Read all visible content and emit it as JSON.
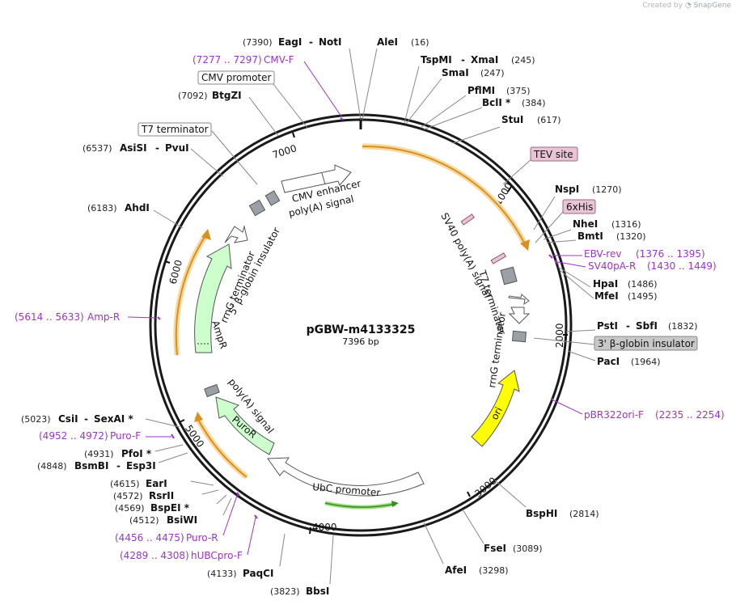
{
  "credit": {
    "prefix": "Created by",
    "brand": "SnapGene"
  },
  "plasmid": {
    "name": "pGBW-m4133325",
    "size": "7396 bp"
  },
  "ticks": [
    "1000",
    "2000",
    "3000",
    "4000",
    "5000",
    "6000",
    "7000"
  ],
  "sites": {
    "eagi_noti": {
      "pos": "(7390)",
      "a": "EagI",
      "b": "NotI"
    },
    "alei": {
      "name": "AleI",
      "pos": "(16)"
    },
    "tspmi_xmai": {
      "a": "TspMI",
      "b": "XmaI",
      "pos": "(245)"
    },
    "smai": {
      "name": "SmaI",
      "pos": "(247)"
    },
    "pflmi": {
      "name": "PflMI",
      "pos": "(375)"
    },
    "bcli": {
      "name": "BclI *",
      "pos": "(384)"
    },
    "stui": {
      "name": "StuI",
      "pos": "(617)"
    },
    "nspi": {
      "name": "NspI",
      "pos": "(1270)"
    },
    "nhei": {
      "name": "NheI",
      "pos": "(1316)"
    },
    "bmti": {
      "name": "BmtI",
      "pos": "(1320)"
    },
    "hpai": {
      "name": "HpaI",
      "pos": "(1486)"
    },
    "mfei": {
      "name": "MfeI",
      "pos": "(1495)"
    },
    "psti_sbfi": {
      "a": "PstI",
      "b": "SbfI",
      "pos": "(1832)"
    },
    "paci": {
      "name": "PacI",
      "pos": "(1964)"
    },
    "bsphi": {
      "name": "BspHI",
      "pos": "(2814)"
    },
    "fsei": {
      "name": "FseI",
      "pos": "(3089)"
    },
    "afei": {
      "name": "AfeI",
      "pos": "(3298)"
    },
    "bbsi": {
      "name": "BbsI",
      "pos": "(3823)"
    },
    "paqci": {
      "name": "PaqCI",
      "pos": "(4133)"
    },
    "bsiwi": {
      "name": "BsiWI",
      "pos": "(4512)"
    },
    "bspei": {
      "name": "BspEI *",
      "pos": "(4569)"
    },
    "rsrii": {
      "name": "RsrII",
      "pos": "(4572)"
    },
    "eari": {
      "name": "EarI",
      "pos": "(4615)"
    },
    "bsmbi_esp3i": {
      "pos": "(4848)",
      "a": "BsmBI",
      "b": "Esp3I"
    },
    "pfoi": {
      "pos": "(4931)",
      "name": "PfoI *"
    },
    "csii_sexai": {
      "pos": "(5023)",
      "a": "CsiI",
      "b": "SexAI *"
    },
    "ahdi": {
      "pos": "(6183)",
      "name": "AhdI"
    },
    "asisi_pvui": {
      "pos": "(6537)",
      "a": "AsiSI",
      "b": "PvuI"
    },
    "btgzi": {
      "pos": "(7092)",
      "name": "BtgZI"
    }
  },
  "primers": {
    "cmv_f": {
      "range": "(7277 .. 7297)",
      "name": "CMV-F"
    },
    "ebv_rev": {
      "name": "EBV-rev",
      "range": "(1376 .. 1395)"
    },
    "sv40pa_r": {
      "name": "SV40pA-R",
      "range": "(1430 .. 1449)"
    },
    "pbr322ori_f": {
      "name": "pBR322ori-F",
      "range": "(2235 .. 2254)"
    },
    "puro_f": {
      "range": "(4952 .. 4972)",
      "name": "Puro-F"
    },
    "puro_r": {
      "range": "(4456 .. 4475)",
      "name": "Puro-R"
    },
    "hubcpro_f": {
      "range": "(4289 .. 4308)",
      "name": "hUBCpro-F"
    },
    "amp_r": {
      "range": "(5614 .. 5633)",
      "name": "Amp-R"
    }
  },
  "boxed_features": {
    "cmv_promoter": "CMV promoter",
    "t7_term_outer": "T7 terminator",
    "tev_site": "TEV site",
    "his6": "6xHis",
    "bglobin_3": "3' β-globin insulator"
  },
  "inner_labels": {
    "cmv_enhancer": "CMV enhancer",
    "polya_top": "poly(A) signal",
    "rrng_left": "rrnG terminator",
    "bglobin_5": "5' β-globin insulator",
    "ampr": "AmpR",
    "sv40": "SV40 poly(A) signal",
    "t7_right": "T7 terminator",
    "rrng_right": "rrnG terminator",
    "ori": "ori",
    "polya_bottom": "poly(A) signal",
    "puror": "PuroR",
    "ubc": "UbC promoter"
  },
  "colors": {
    "backbone": "#1a1a1a",
    "orf_orange": "#f0b64a",
    "primer": "#a030d0",
    "ori": "#ffff00",
    "resistance": "#ccffcc",
    "tag_pink": "#e8c4d4",
    "grey_feature": "#9aa0a6",
    "ubc_green": "#5dbb3b"
  }
}
